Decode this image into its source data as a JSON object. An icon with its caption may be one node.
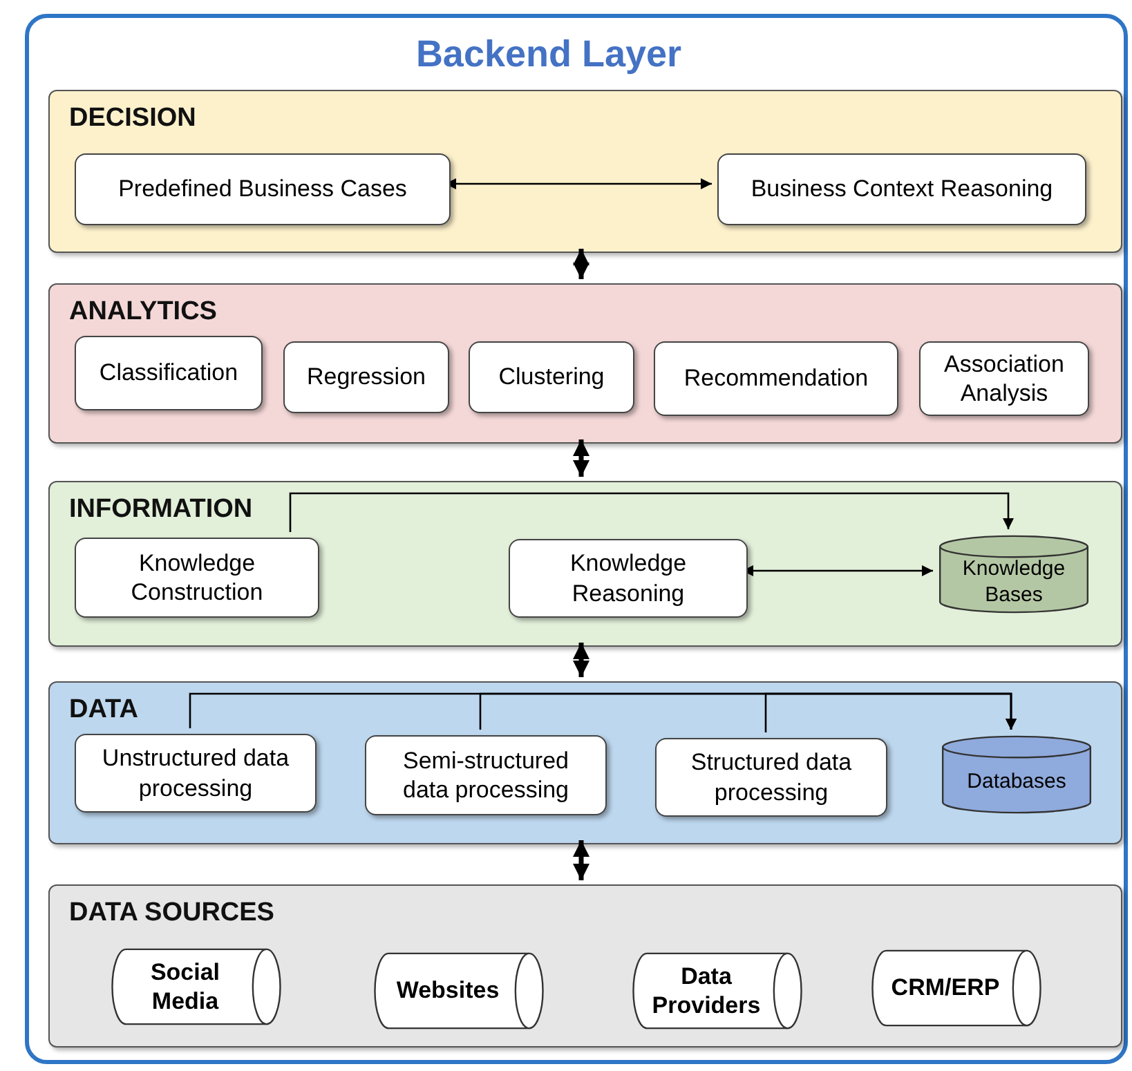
{
  "diagram": {
    "nodes": [
      {
        "text": [
          "Backend Layer"
        ]
      },
      {
        "text": [
          "DECISION"
        ],
        "in": 0
      },
      {
        "text": [
          "Predefined Business Cases"
        ],
        "in": 1
      },
      {
        "text": [
          "Business Context Reasoning"
        ],
        "in": 1
      },
      {
        "text": [
          "ANALYTICS"
        ],
        "in": 0
      },
      {
        "text": [
          "Classification"
        ],
        "in": 4
      },
      {
        "text": [
          "Regression"
        ],
        "in": 4
      },
      {
        "text": [
          "Clustering"
        ],
        "in": 4
      },
      {
        "text": [
          "Recommendation"
        ],
        "in": 4
      },
      {
        "text": [
          "Association Analysis"
        ],
        "in": 4
      },
      {
        "text": [
          "INFORMATION"
        ],
        "in": 0
      },
      {
        "text": [
          "Knowledge Construction"
        ],
        "in": 10
      },
      {
        "text": [
          "Knowledge Reasoning"
        ],
        "in": 10
      },
      {
        "text": [
          "Knowledge Bases"
        ],
        "in": 10
      },
      {
        "text": [
          "DATA"
        ],
        "in": 0
      },
      {
        "text": [
          "Unstructured data processing"
        ],
        "in": 14
      },
      {
        "text": [
          "Semi-structured data processing"
        ],
        "in": 14
      },
      {
        "text": [
          "Structured data processing"
        ],
        "in": 14
      },
      {
        "text": [
          "Databases"
        ],
        "in": 14
      },
      {
        "text": [
          "DATA SOURCES"
        ],
        "in": 0
      },
      {
        "text": [
          "Social Media"
        ],
        "in": 19
      },
      {
        "text": [
          "Websites"
        ],
        "in": 19
      },
      {
        "text": [
          "Data Providers"
        ],
        "in": 19
      },
      {
        "text": [
          "CRM/ERP"
        ],
        "in": 19
      }
    ],
    "edges": [
      {
        "from": 2,
        "to": 3,
        "arrow": "both"
      },
      {
        "from": 1,
        "to": 4,
        "arrow": "both",
        "style": "thick"
      },
      {
        "from": 4,
        "to": 10,
        "arrow": "both",
        "style": "thick"
      },
      {
        "from": 11,
        "to": 13,
        "arrow": "to"
      },
      {
        "from": 12,
        "to": 13,
        "arrow": "both"
      },
      {
        "from": 10,
        "to": 14,
        "arrow": "both",
        "style": "thick"
      },
      {
        "from": 15,
        "to": 18,
        "arrow": "to"
      },
      {
        "from": 16,
        "to": 18,
        "arrow": "to"
      },
      {
        "from": 17,
        "to": 18,
        "arrow": "to"
      },
      {
        "from": 14,
        "to": 19,
        "arrow": "both",
        "style": "thick"
      }
    ]
  }
}
